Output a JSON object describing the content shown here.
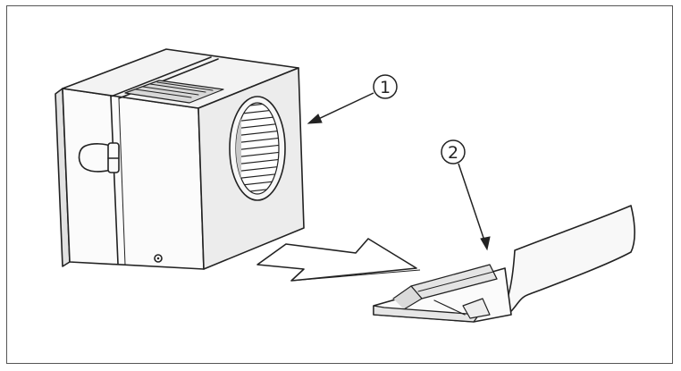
{
  "callouts": [
    {
      "label": "1",
      "target": "blower-housing"
    },
    {
      "label": "2",
      "target": "mounting-tray"
    }
  ],
  "colors": {
    "line": "#222222",
    "frame": "#555555",
    "fill_light": "#fbfbfb",
    "fill_shade": "#e9e9e9",
    "fill_dark": "#d4d4d4"
  },
  "icons": [
    "blower-housing-illustration",
    "direction-arrow-icon",
    "mounting-tray-illustration"
  ]
}
